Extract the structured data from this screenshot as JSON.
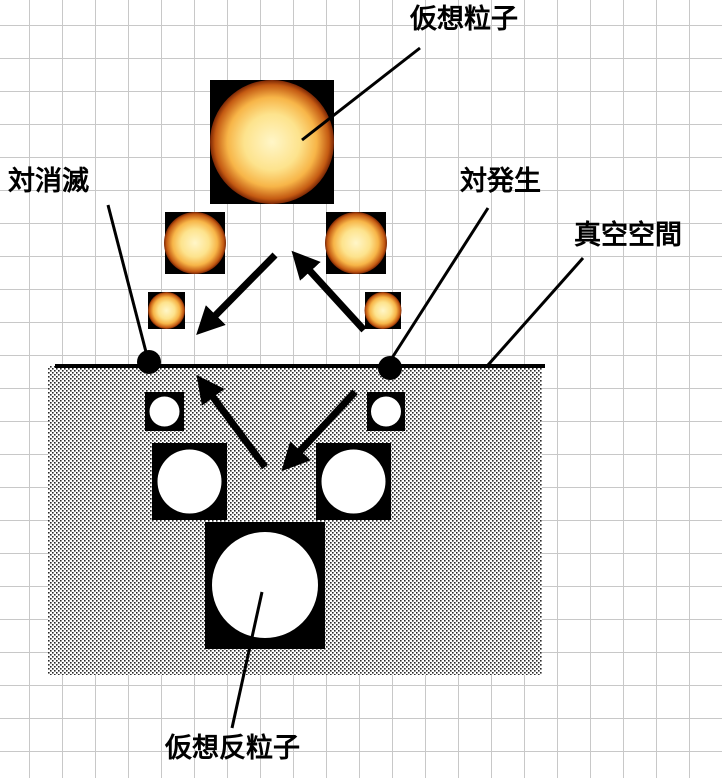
{
  "labels": {
    "virtual_particle": "仮想粒子",
    "pair_annihilation": "対消滅",
    "pair_creation": "対発生",
    "vacuum_space": "真空空間",
    "virtual_antiparticle": "仮想反粒子"
  },
  "colors": {
    "particle_core": "#fff6c8",
    "particle_mid": "#f7b548",
    "particle_edge": "#7a2605",
    "particle_background": "#000000",
    "antiparticle_fill": "#ffffff",
    "antiparticle_background": "#000000",
    "vacuum_dots": "#2a2a2a",
    "grid": "#c8c8c8"
  }
}
